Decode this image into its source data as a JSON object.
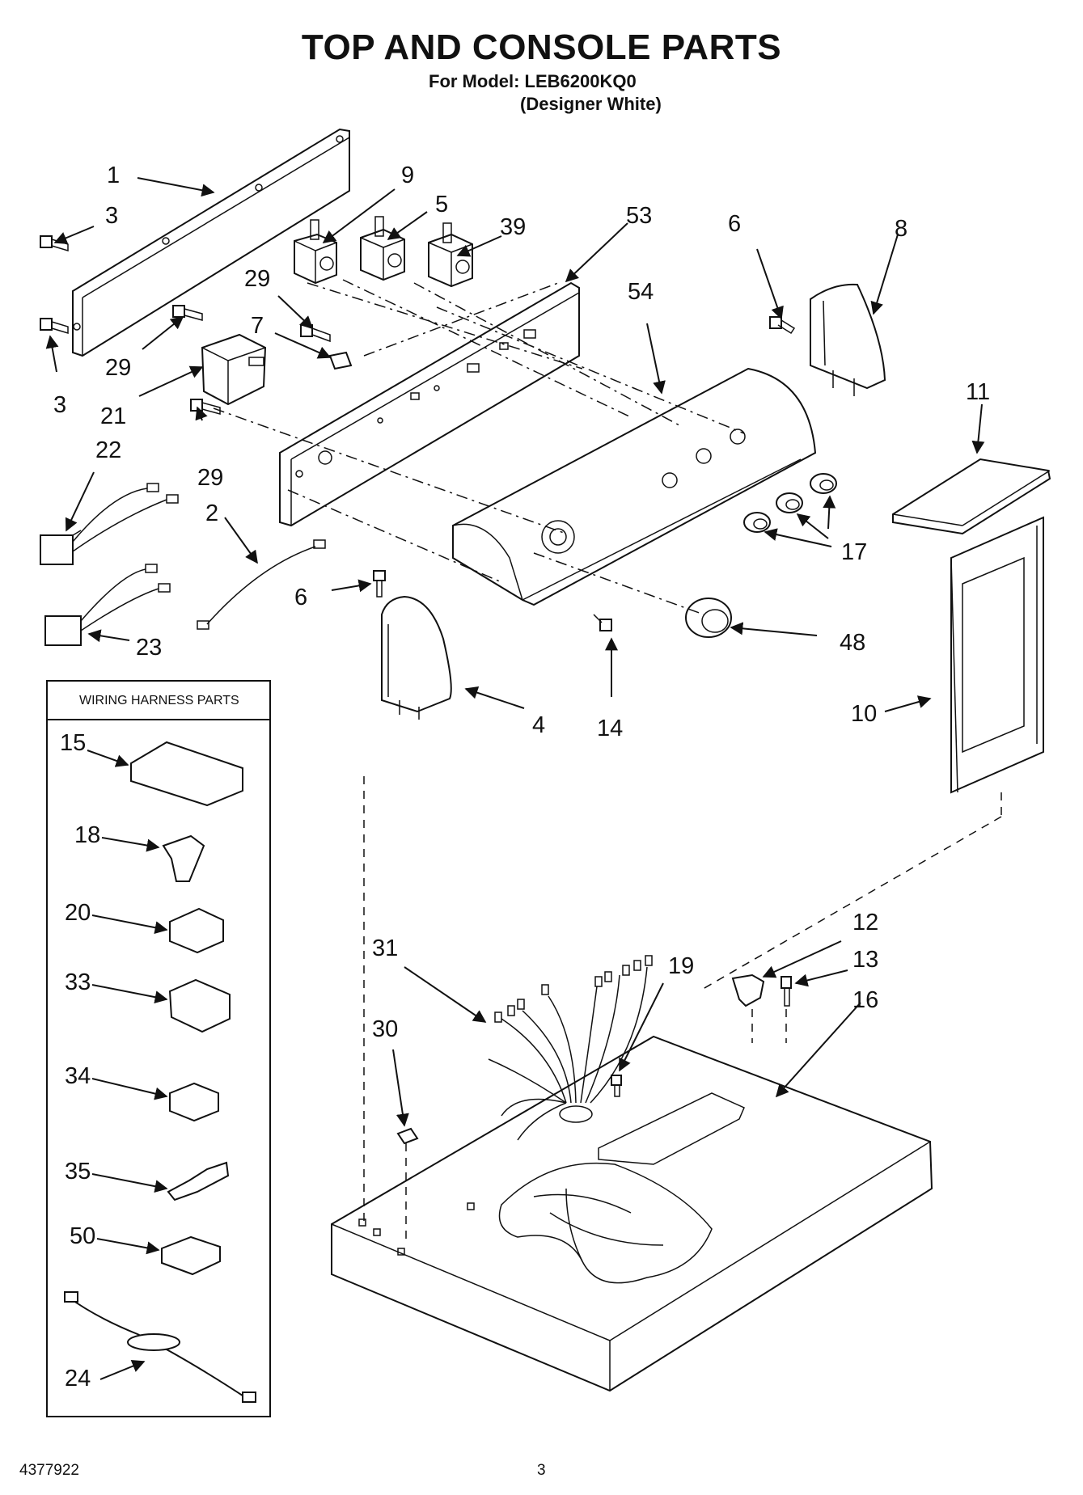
{
  "header": {
    "title": "TOP AND CONSOLE PARTS",
    "model": "For Model: LEB6200KQ0",
    "color": "(Designer White)"
  },
  "callouts": {
    "c1": "1",
    "c3a": "3",
    "c3b": "3",
    "c29a": "29",
    "c29b": "29",
    "c29c": "29",
    "c9": "9",
    "c5": "5",
    "c39": "39",
    "c53": "53",
    "c54": "54",
    "c6a": "6",
    "c6b": "6",
    "c8": "8",
    "c7": "7",
    "c21": "21",
    "c22": "22",
    "c2": "2",
    "c23": "23",
    "c11": "11",
    "c17": "17",
    "c48": "48",
    "c4": "4",
    "c14": "14",
    "c10": "10",
    "c12": "12",
    "c13": "13",
    "c16": "16",
    "c31": "31",
    "c19": "19",
    "c30": "30"
  },
  "harness_box": {
    "title": "WIRING HARNESS PARTS",
    "items": [
      "15",
      "18",
      "20",
      "33",
      "34",
      "35",
      "50",
      "24"
    ]
  },
  "footer": {
    "doc_number": "4377922",
    "page": "3"
  }
}
